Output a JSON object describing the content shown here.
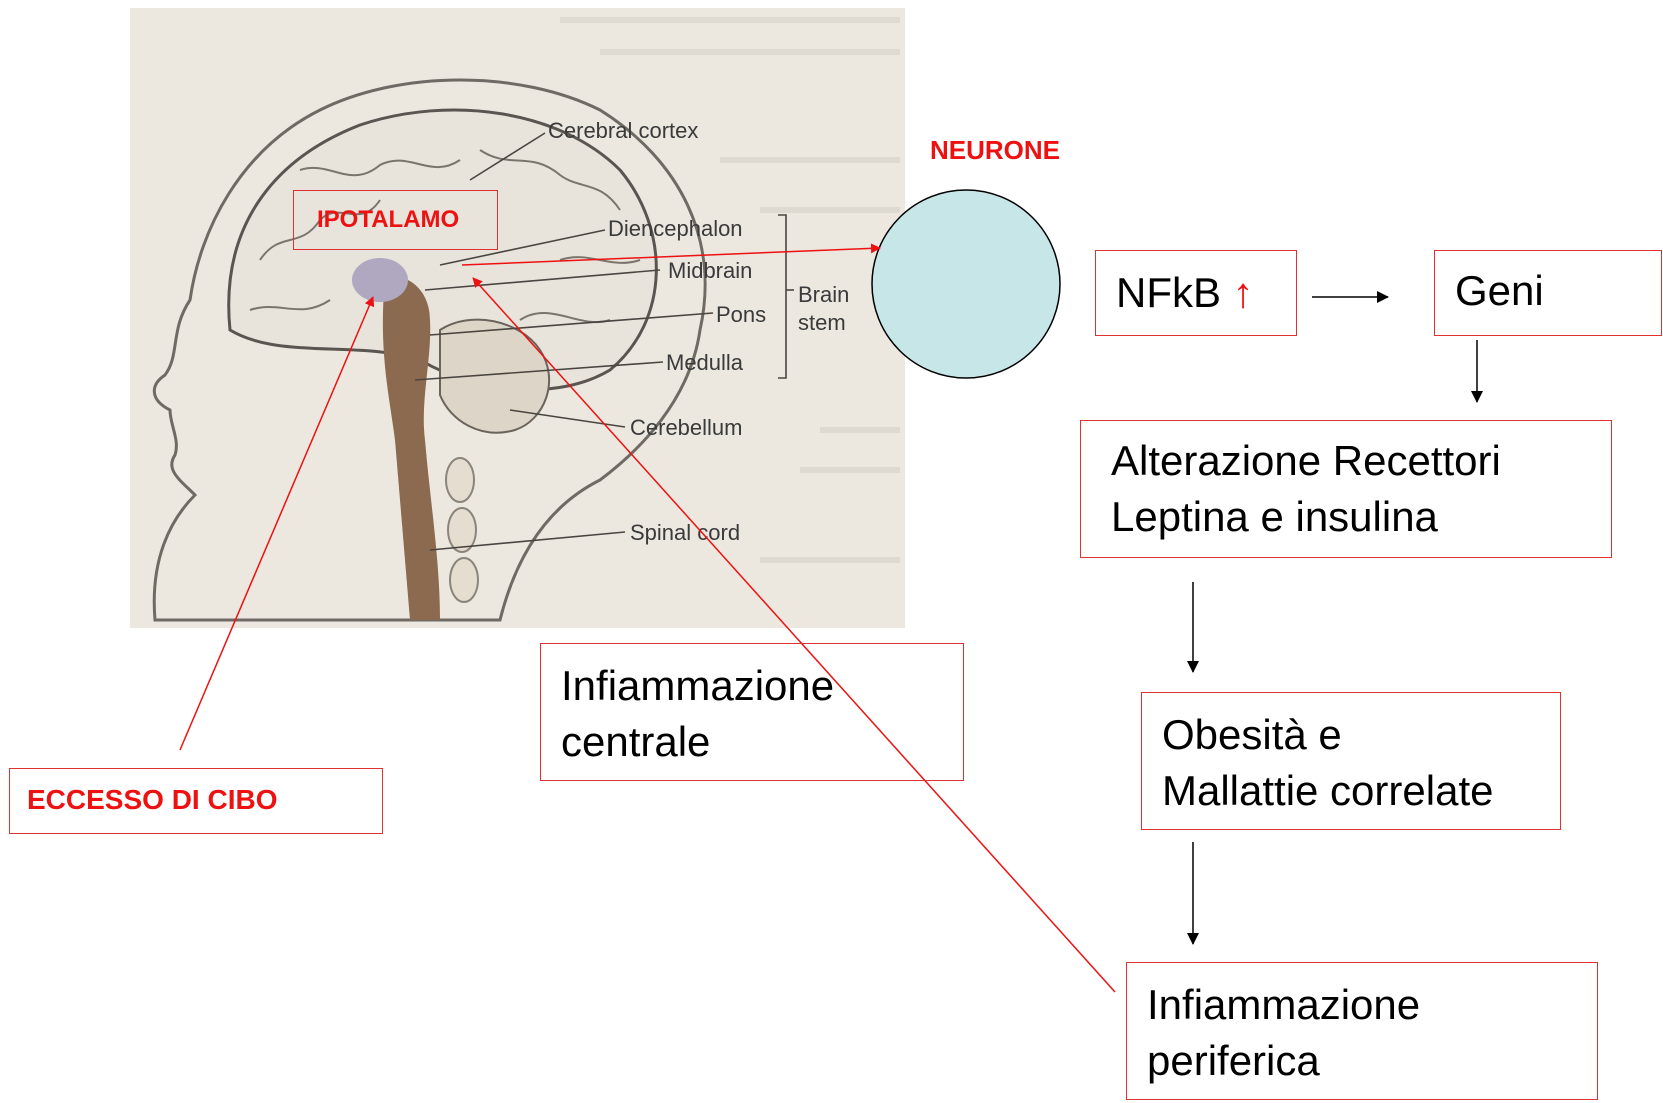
{
  "photo": {
    "labels": {
      "cerebral_cortex": "Cerebral cortex",
      "diencephalon": "Diencephalon",
      "midbrain": "Midbrain",
      "pons": "Pons",
      "medulla": "Medulla",
      "brain_stem_1": "Brain",
      "brain_stem_2": "stem",
      "cerebellum": "Cerebellum",
      "spinal_cord": "Spinal cord"
    }
  },
  "labels": {
    "ipotalamo": "IPOTALAMO",
    "neurone": "NEURONE",
    "eccesso": "ECCESSO DI CIBO"
  },
  "boxes": {
    "nfkb": "NFkB",
    "nfkb_arrow": "↑",
    "geni": "Geni",
    "alterazione": [
      "Alterazione Recettori",
      "Leptina e insulina"
    ],
    "obesita": [
      "Obesità e",
      "Mallattie correlate"
    ],
    "infiammazione_centrale": [
      "Infiammazione",
      "centrale"
    ],
    "infiammazione_periferica": [
      "Infiammazione",
      "periferica"
    ]
  },
  "colors": {
    "accent_red": "#ee1111",
    "box_border": "#e03030",
    "neuron_fill": "#c7e6e8",
    "photo_bg": "#ece8e0",
    "brain_stem": "#8b6a50",
    "hypothalamus": "#b0a8c0"
  }
}
